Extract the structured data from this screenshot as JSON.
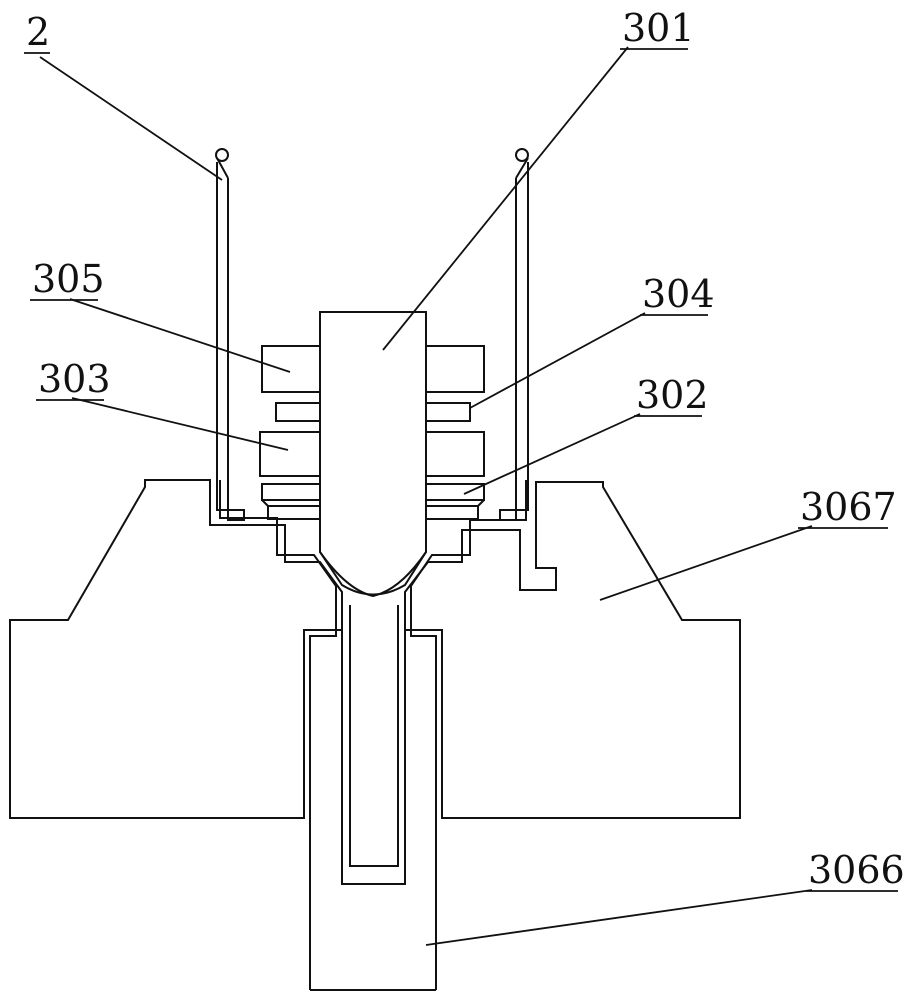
{
  "labels": {
    "l2": "2",
    "l301": "301",
    "l305": "305",
    "l304": "304",
    "l303": "303",
    "l302": "302",
    "l3067": "3067",
    "l3066": "3066"
  }
}
